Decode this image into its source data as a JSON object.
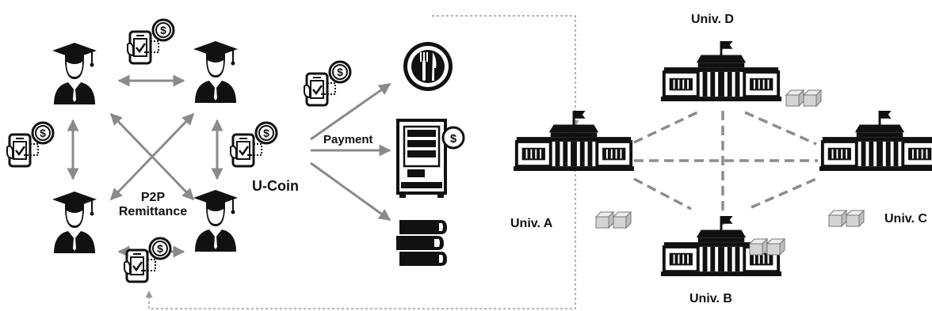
{
  "labels": {
    "p2p_line1": "P2P",
    "p2p_line2": "Remittance",
    "ucoin": "U-Coin",
    "payment": "Payment",
    "univ_a": "Univ. A",
    "univ_b": "Univ. B",
    "univ_c": "Univ. C",
    "univ_d": "Univ. D"
  },
  "icons": {
    "student": "graduate-student-icon",
    "wallet": "mobile-wallet-coin-icon",
    "restaurant": "plate-cutlery-icon",
    "vending": "vending-machine-icon",
    "books": "books-stack-icon",
    "university": "university-building-icon",
    "ledger": "ledger-blocks-icon"
  },
  "colors": {
    "ink": "#111111",
    "arrow": "#8a8a8a",
    "dashed_link": "#8c8c8c",
    "dotted_link": "#9a9a9a",
    "block_fill": "#d4d4d4"
  }
}
